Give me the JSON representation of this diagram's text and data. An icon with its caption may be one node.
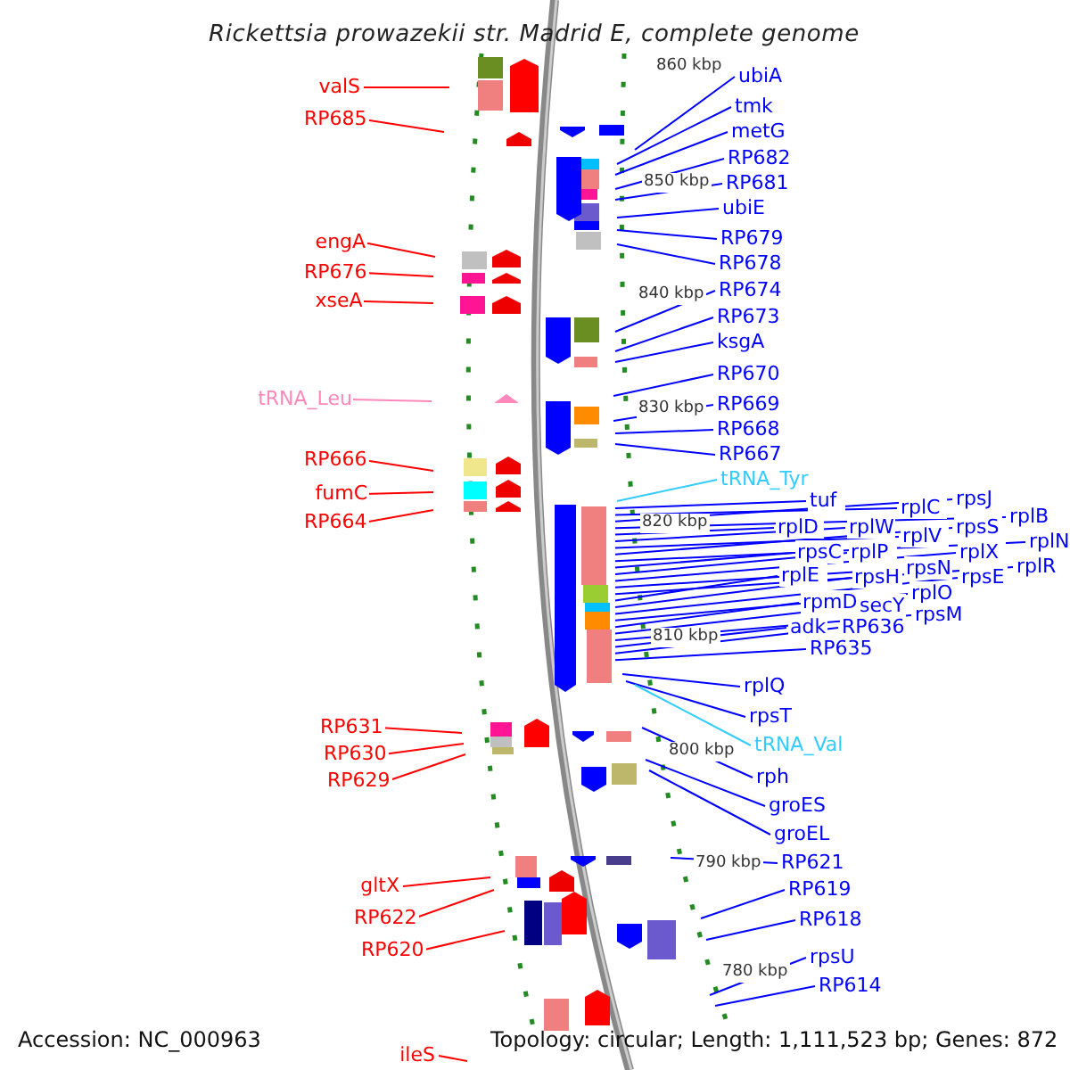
{
  "diagram": {
    "title": "Rickettsia prowazekii str. Madrid E, complete genome",
    "nodes": [
      {
        "text": [
          "valS"
        ]
      },
      {
        "text": [
          "RP685"
        ]
      },
      {
        "text": [
          "engA"
        ]
      },
      {
        "text": [
          "RP676"
        ]
      },
      {
        "text": [
          "xseA"
        ]
      },
      {
        "text": [
          "tRNA_Leu"
        ]
      },
      {
        "text": [
          "RP666"
        ]
      },
      {
        "text": [
          "fumC"
        ]
      },
      {
        "text": [
          "RP664"
        ]
      },
      {
        "text": [
          "RP631"
        ]
      },
      {
        "text": [
          "RP630"
        ]
      },
      {
        "text": [
          "RP629"
        ]
      },
      {
        "text": [
          "gltX"
        ]
      },
      {
        "text": [
          "RP622"
        ]
      },
      {
        "text": [
          "RP620"
        ]
      },
      {
        "text": [
          "ileS"
        ]
      },
      {
        "text": [
          "ubiA"
        ]
      },
      {
        "text": [
          "tmk"
        ]
      },
      {
        "text": [
          "metG"
        ]
      },
      {
        "text": [
          "RP682"
        ]
      },
      {
        "text": [
          "RP681"
        ]
      },
      {
        "text": [
          "ubiE"
        ]
      },
      {
        "text": [
          "RP679"
        ]
      },
      {
        "text": [
          "RP678"
        ]
      },
      {
        "text": [
          "RP674"
        ]
      },
      {
        "text": [
          "RP673"
        ]
      },
      {
        "text": [
          "ksgA"
        ]
      },
      {
        "text": [
          "RP670"
        ]
      },
      {
        "text": [
          "RP669"
        ]
      },
      {
        "text": [
          "RP668"
        ]
      },
      {
        "text": [
          "RP667"
        ]
      },
      {
        "text": [
          "tRNA_Tyr"
        ]
      },
      {
        "text": [
          "tuf"
        ]
      },
      {
        "text": [
          "rplC"
        ]
      },
      {
        "text": [
          "rpsJ"
        ]
      },
      {
        "text": [
          "rplB"
        ]
      },
      {
        "text": [
          "rplD"
        ]
      },
      {
        "text": [
          "rplW"
        ]
      },
      {
        "text": [
          "rplV"
        ]
      },
      {
        "text": [
          "rpsS"
        ]
      },
      {
        "text": [
          "rplN"
        ]
      },
      {
        "text": [
          "rpsC"
        ]
      },
      {
        "text": [
          "rplP"
        ]
      },
      {
        "text": [
          "rplX"
        ]
      },
      {
        "text": [
          "rpsN"
        ]
      },
      {
        "text": [
          "rplR"
        ]
      },
      {
        "text": [
          "rplE"
        ]
      },
      {
        "text": [
          "rpsH"
        ]
      },
      {
        "text": [
          "rpsE"
        ]
      },
      {
        "text": [
          "rplO"
        ]
      },
      {
        "text": [
          "rpmD"
        ]
      },
      {
        "text": [
          "secY"
        ]
      },
      {
        "text": [
          "rpsM"
        ]
      },
      {
        "text": [
          "adk"
        ]
      },
      {
        "text": [
          "RP636"
        ]
      },
      {
        "text": [
          "RP635"
        ]
      },
      {
        "text": [
          "rplQ"
        ]
      },
      {
        "text": [
          "rpsT"
        ]
      },
      {
        "text": [
          "tRNA_Val"
        ]
      },
      {
        "text": [
          "rph"
        ]
      },
      {
        "text": [
          "groES"
        ]
      },
      {
        "text": [
          "groEL"
        ]
      },
      {
        "text": [
          "RP621"
        ]
      },
      {
        "text": [
          "RP619"
        ]
      },
      {
        "text": [
          "RP618"
        ]
      },
      {
        "text": [
          "rpsU"
        ]
      },
      {
        "text": [
          "RP614"
        ]
      }
    ],
    "edges": [
      {
        "from": 0,
        "to": null,
        "arrow": "none",
        "color": "#ff0000"
      },
      {
        "from": 1,
        "to": null,
        "arrow": "none",
        "color": "#ff0000"
      },
      {
        "from": 2,
        "to": null,
        "arrow": "none",
        "color": "#ff0000"
      },
      {
        "from": 3,
        "to": null,
        "arrow": "none",
        "color": "#ff0000"
      },
      {
        "from": 4,
        "to": null,
        "arrow": "none",
        "color": "#ff0000"
      },
      {
        "from": 5,
        "to": null,
        "arrow": "none",
        "color": "#ff88bb"
      },
      {
        "from": 6,
        "to": null,
        "arrow": "none",
        "color": "#ff0000"
      },
      {
        "from": 7,
        "to": null,
        "arrow": "none",
        "color": "#ff0000"
      },
      {
        "from": 8,
        "to": null,
        "arrow": "none",
        "color": "#ff0000"
      },
      {
        "from": 9,
        "to": null,
        "arrow": "none",
        "color": "#ff0000"
      },
      {
        "from": 10,
        "to": null,
        "arrow": "none",
        "color": "#ff0000"
      },
      {
        "from": 11,
        "to": null,
        "arrow": "none",
        "color": "#ff0000"
      },
      {
        "from": 12,
        "to": null,
        "arrow": "none",
        "color": "#ff0000"
      },
      {
        "from": 13,
        "to": null,
        "arrow": "none",
        "color": "#ff0000"
      },
      {
        "from": 14,
        "to": null,
        "arrow": "none",
        "color": "#ff0000"
      },
      {
        "from": 15,
        "to": null,
        "arrow": "none",
        "color": "#ff0000"
      },
      {
        "from": 16,
        "to": null,
        "arrow": "none"
      },
      {
        "from": 17,
        "to": null,
        "arrow": "none"
      },
      {
        "from": 18,
        "to": null,
        "arrow": "none"
      },
      {
        "from": 19,
        "to": null,
        "arrow": "none"
      },
      {
        "from": 20,
        "to": null,
        "arrow": "none"
      },
      {
        "from": 21,
        "to": null,
        "arrow": "none"
      },
      {
        "from": 22,
        "to": null,
        "arrow": "none"
      },
      {
        "from": 23,
        "to": null,
        "arrow": "none"
      },
      {
        "from": 24,
        "to": null,
        "arrow": "none"
      },
      {
        "from": 25,
        "to": null,
        "arrow": "none"
      },
      {
        "from": 26,
        "to": null,
        "arrow": "none"
      },
      {
        "from": 27,
        "to": null,
        "arrow": "none"
      },
      {
        "from": 28,
        "to": null,
        "arrow": "none"
      },
      {
        "from": 29,
        "to": null,
        "arrow": "none"
      },
      {
        "from": 30,
        "to": null,
        "arrow": "none"
      },
      {
        "from": 31,
        "to": null,
        "arrow": "none",
        "color": "#33ccff"
      },
      {
        "from": 32,
        "to": null,
        "arrow": "none"
      },
      {
        "from": 33,
        "to": null,
        "arrow": "none"
      },
      {
        "from": 34,
        "to": null,
        "arrow": "none"
      },
      {
        "from": 35,
        "to": null,
        "arrow": "none"
      },
      {
        "from": 36,
        "to": null,
        "arrow": "none"
      },
      {
        "from": 37,
        "to": null,
        "arrow": "none"
      },
      {
        "from": 38,
        "to": null,
        "arrow": "none"
      },
      {
        "from": 39,
        "to": null,
        "arrow": "none"
      },
      {
        "from": 40,
        "to": null,
        "arrow": "none"
      },
      {
        "from": 41,
        "to": null,
        "arrow": "none"
      },
      {
        "from": 42,
        "to": null,
        "arrow": "none"
      },
      {
        "from": 43,
        "to": null,
        "arrow": "none"
      },
      {
        "from": 44,
        "to": null,
        "arrow": "none"
      },
      {
        "from": 45,
        "to": null,
        "arrow": "none"
      },
      {
        "from": 46,
        "to": null,
        "arrow": "none"
      },
      {
        "from": 47,
        "to": null,
        "arrow": "none"
      },
      {
        "from": 48,
        "to": null,
        "arrow": "none"
      },
      {
        "from": 49,
        "to": null,
        "arrow": "none"
      },
      {
        "from": 50,
        "to": null,
        "arrow": "none"
      },
      {
        "from": 51,
        "to": null,
        "arrow": "none"
      },
      {
        "from": 52,
        "to": null,
        "arrow": "none"
      },
      {
        "from": 53,
        "to": null,
        "arrow": "none"
      },
      {
        "from": 54,
        "to": null,
        "arrow": "none"
      },
      {
        "from": 55,
        "to": null,
        "arrow": "none"
      },
      {
        "from": 56,
        "to": null,
        "arrow": "none"
      },
      {
        "from": 57,
        "to": null,
        "arrow": "none"
      },
      {
        "from": 58,
        "to": null,
        "arrow": "none",
        "color": "#33ccff"
      },
      {
        "from": 59,
        "to": null,
        "arrow": "none"
      },
      {
        "from": 60,
        "to": null,
        "arrow": "none"
      },
      {
        "from": 61,
        "to": null,
        "arrow": "none"
      },
      {
        "from": 62,
        "to": null,
        "arrow": "none"
      },
      {
        "from": 63,
        "to": null,
        "arrow": "none"
      },
      {
        "from": 64,
        "to": null,
        "arrow": "none"
      },
      {
        "from": 65,
        "to": null,
        "arrow": "none"
      },
      {
        "from": 66,
        "to": null,
        "arrow": "none"
      }
    ],
    "labels": [
      "860 kbp",
      "850 kbp",
      "840 kbp",
      "830 kbp",
      "820 kbp",
      "810 kbp",
      "800 kbp",
      "790 kbp",
      "780 kbp",
      "Accession: NC_000963",
      "Topology: circular; Length: 1,111,523 bp; Genes: 872"
    ]
  }
}
